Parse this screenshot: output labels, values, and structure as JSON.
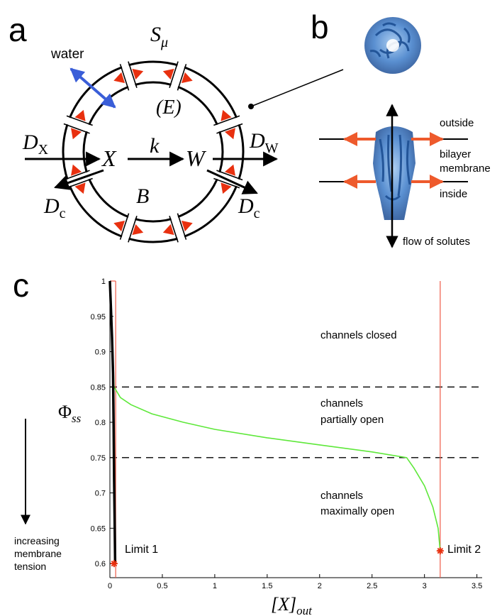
{
  "panels": {
    "a": {
      "letter": "a",
      "membrane_label": "S",
      "membrane_label_sub": "μ",
      "water_label": "water",
      "enzyme_label": "(E)",
      "dx_label": "D",
      "dx_sub": "X",
      "x_label": "X",
      "k_label": "k",
      "w_label": "W",
      "dw_label": "D",
      "dw_sub": "W",
      "dc_left_label": "D",
      "dc_left_sub": "c",
      "b_label": "B",
      "dc_right_label": "D",
      "dc_right_sub": "c"
    },
    "b": {
      "letter": "b",
      "outside_label": "outside",
      "bilayer_line1": "bilayer",
      "bilayer_line2": "membrane",
      "inside_label": "inside",
      "flow_label": "flow of solutes"
    },
    "c": {
      "letter": "c",
      "region_closed": "channels closed",
      "region_partial_line1": "channels",
      "region_partial_line2": "partially open",
      "region_max_line1": "channels",
      "region_max_line2": "maximally open",
      "tension_line1": "increasing",
      "tension_line2": "membrane",
      "tension_line3": "tension",
      "limit1_label": "Limit 1",
      "limit2_label": "Limit 2"
    }
  },
  "colors": {
    "arrow_red": "#e8300f",
    "arrow_orange": "#ee5a2c",
    "water_arrow": "#3a5ed8",
    "curve_green": "#5ee83a",
    "limit_line": "#ee5a48",
    "protein_blue": "#3d7cc9"
  },
  "chart_data": {
    "type": "line",
    "xlabel": "[X]",
    "xlabel_sub": "out",
    "ylabel": "Φ",
    "ylabel_sub": "ss",
    "xlim": [
      0,
      3.55
    ],
    "ylim": [
      0.58,
      1.0
    ],
    "xticks": [
      "0",
      "0.5",
      "1",
      "1.5",
      "2",
      "2.5",
      "3",
      "3.5"
    ],
    "xtick_values": [
      0,
      0.5,
      1,
      1.5,
      2,
      2.5,
      3,
      3.5
    ],
    "yticks": [
      "0.6",
      "0.65",
      "0.7",
      "0.75",
      "0.8",
      "0.85",
      "0.9",
      "0.95",
      "1"
    ],
    "ytick_values": [
      0.6,
      0.65,
      0.7,
      0.75,
      0.8,
      0.85,
      0.9,
      0.95,
      1.0
    ],
    "thresholds": [
      0.85,
      0.75
    ],
    "limits": [
      {
        "name": "Limit 1",
        "x": 0.04,
        "y": 0.6
      },
      {
        "name": "Limit 2",
        "x": 3.15,
        "y": 0.618
      }
    ],
    "series": [
      {
        "color": "green",
        "x": [
          0.0,
          0.01,
          0.02,
          0.03,
          0.04,
          0.1,
          0.2,
          0.4,
          0.7,
          1.0,
          1.5,
          2.0,
          2.5,
          2.83,
          2.9,
          3.0,
          3.08,
          3.13,
          3.15
        ],
        "y": [
          1.0,
          0.97,
          0.93,
          0.89,
          0.85,
          0.835,
          0.825,
          0.812,
          0.8,
          0.79,
          0.778,
          0.768,
          0.758,
          0.75,
          0.735,
          0.71,
          0.68,
          0.65,
          0.618
        ]
      },
      {
        "color": "black",
        "x": [
          0.0,
          0.01,
          0.02,
          0.03,
          0.035,
          0.04,
          0.045,
          0.05
        ],
        "y": [
          1.0,
          0.96,
          0.92,
          0.87,
          0.8,
          0.72,
          0.66,
          0.6
        ]
      }
    ]
  }
}
